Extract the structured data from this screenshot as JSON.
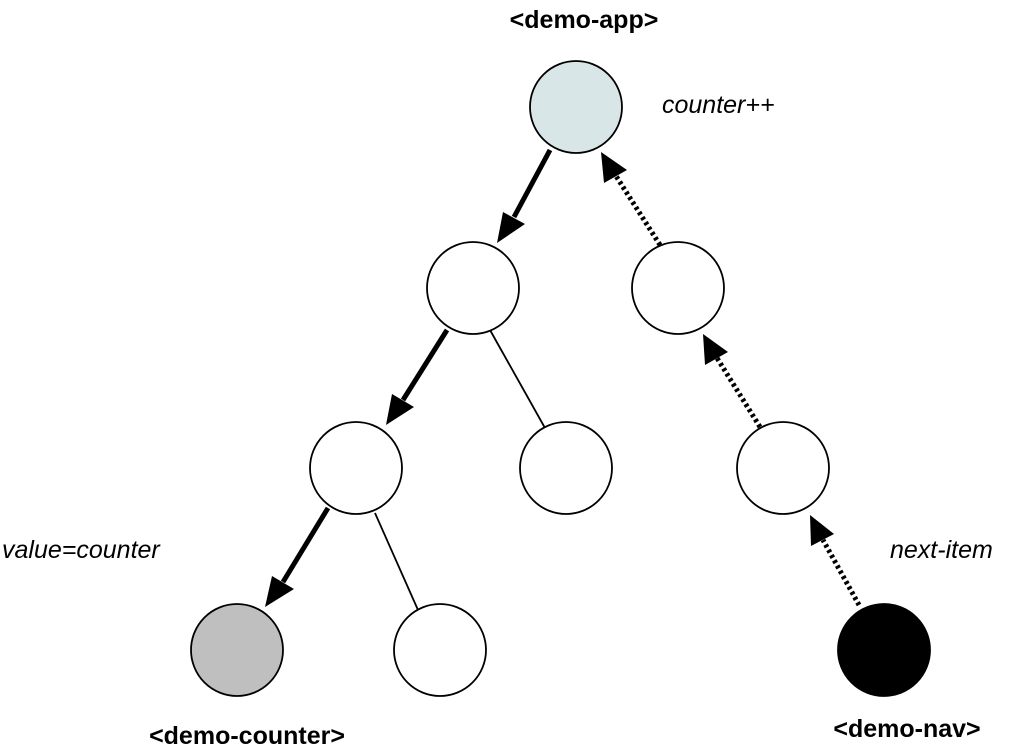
{
  "labels": {
    "root": "<demo-app>",
    "counter_component": "<demo-counter>",
    "nav_component": "<demo-nav>"
  },
  "annotations": {
    "root_action": "counter++",
    "binding": "value=counter",
    "event": "next-item"
  },
  "colors": {
    "root_fill": "#d9e6e7",
    "counter_fill": "#bfbfbf",
    "nav_fill": "#000000",
    "default_fill": "#ffffff"
  }
}
